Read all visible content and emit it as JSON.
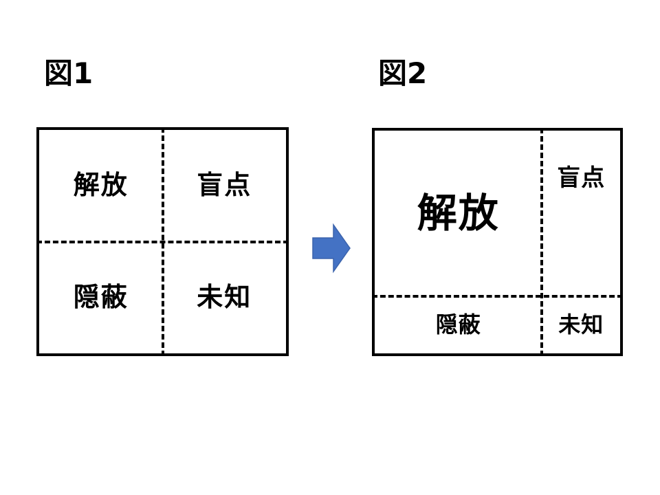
{
  "page": {
    "background_color": "#ffffff",
    "text_color": "#000000"
  },
  "figures": [
    {
      "id": "figure-1",
      "title": "図1",
      "layout": "even-2x2",
      "cells": [
        {
          "key": "open",
          "label": "解放",
          "position": "top-left"
        },
        {
          "key": "blind",
          "label": "盲点",
          "position": "top-right"
        },
        {
          "key": "hidden",
          "label": "隠蔽",
          "position": "bottom-left"
        },
        {
          "key": "unknown",
          "label": "未知",
          "position": "bottom-right"
        }
      ]
    },
    {
      "id": "figure-2",
      "title": "図2",
      "layout": "expanded-open-quadrant",
      "cells": [
        {
          "key": "open",
          "label": "解放",
          "position": "top-left"
        },
        {
          "key": "blind",
          "label": "盲点",
          "position": "top-right"
        },
        {
          "key": "hidden",
          "label": "隠蔽",
          "position": "bottom-left"
        },
        {
          "key": "unknown",
          "label": "未知",
          "position": "bottom-right"
        }
      ]
    }
  ],
  "arrow": {
    "name": "right-arrow",
    "direction": "right",
    "color": "#4472C4",
    "outline_color": "#3B63AC"
  }
}
